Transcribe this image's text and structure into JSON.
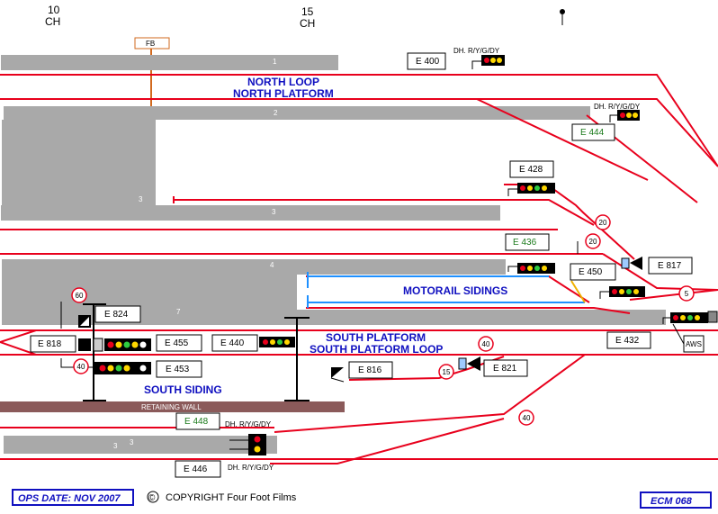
{
  "chainage": {
    "left": {
      "num": "10",
      "unit": "CH"
    },
    "mid": {
      "num": "15",
      "unit": "CH"
    }
  },
  "fb_label": "FB",
  "platform_numbers": {
    "p1": "1",
    "p2": "2",
    "p3a": "3",
    "p3b": "3",
    "p4": "4",
    "p7": "7",
    "p3c": "3",
    "p3d": "3"
  },
  "labels": {
    "north_loop": "NORTH LOOP",
    "north_platform": "NORTH PLATFORM",
    "motorail": "MOTORAIL SIDINGS",
    "south_platform": "SOUTH PLATFORM",
    "south_platform_loop": "SOUTH PLATFORM LOOP",
    "south_siding": "SOUTH SIDING",
    "retaining_wall": "RETAINING WALL",
    "aws": "AWS"
  },
  "dh_labels": {
    "e400": "DH. R/Y/G/DY",
    "e444": "DH. R/Y/G/DY",
    "e448": "DH. R/Y/G/DY",
    "e446": "DH. R/Y/G/DY"
  },
  "signals": {
    "e400": "E 400",
    "e444": "E 444",
    "e428": "E 428",
    "e436": "E 436",
    "e450": "E 450",
    "e817": "E 817",
    "e824": "E 824",
    "e818": "E 818",
    "e455": "E 455",
    "e440": "E 440",
    "e453": "E 453",
    "e432": "E 432",
    "e816": "E 816",
    "e821": "E 821",
    "e448": "E 448",
    "e446": "E 446"
  },
  "speeds": {
    "s20a": "20",
    "s20b": "20",
    "s5": "5",
    "s60": "60",
    "s40a": "40",
    "s40b": "40",
    "s15": "15",
    "s40c": "40"
  },
  "footer": {
    "ops_date": "OPS DATE: NOV 2007",
    "copyright_symbol": "©",
    "copyright": "COPYRIGHT Four Foot Films",
    "ecm": "ECM 068"
  },
  "colors": {
    "track": "#e8001c",
    "platform": "#a9a9a9",
    "label_blue": "#1010c0",
    "siding_blue": "#1e90ff",
    "wall": "#8b5a5a",
    "fb": "#d2691e"
  }
}
